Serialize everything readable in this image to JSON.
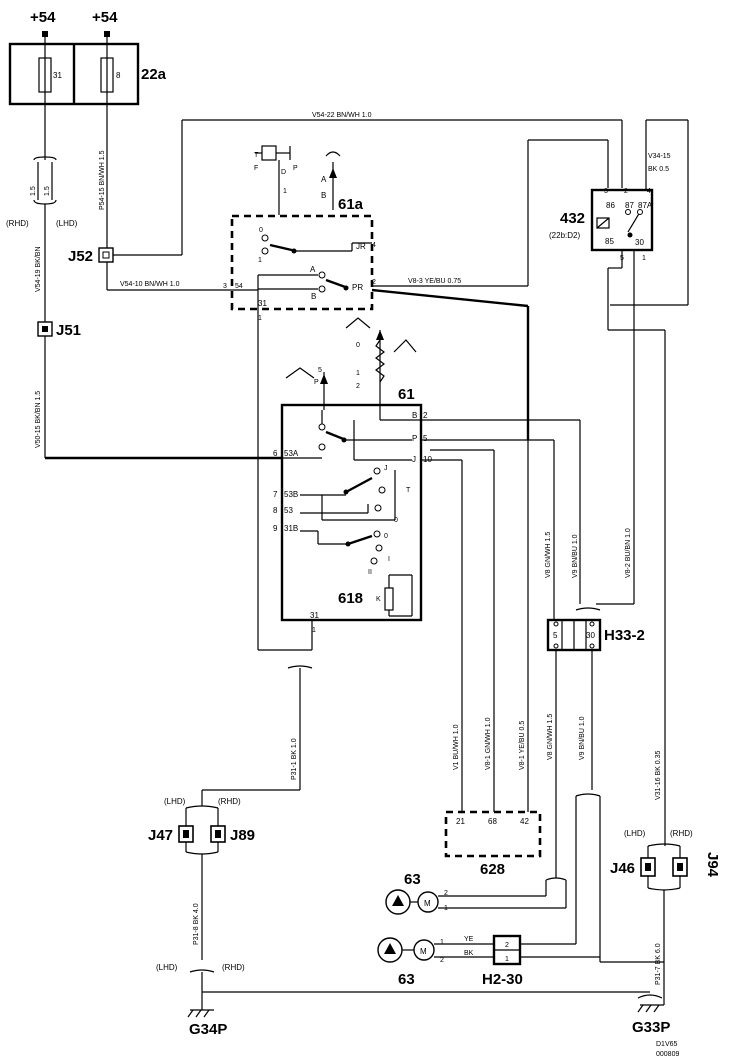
{
  "supplies": {
    "left": "+54",
    "right": "+54"
  },
  "fuses": {
    "box_id": "22a",
    "fuse_left": "31",
    "fuse_right": "8"
  },
  "wire_labels": {
    "top_bnwh": "V54-22   BN/WH   1.0",
    "v34_15": "V34-15",
    "bk_05": "BK   0.5",
    "fuse_drop_size": "1.5",
    "fuse_drop_code": "P54-15  BN/WH  1.5",
    "v54_19": "V54-19   BK/BN",
    "v54_10": "V54-10   BN/WH   1.0",
    "v8_3": "V8-3   YE/BU   0.75",
    "v50_15": "V50-15   BK/BN   1.5",
    "v8_gnwh": "V8   GN/WH   1.5",
    "v9_bnbu": "V9   BN/BU   1.0",
    "v8_2": "V8-2   BU/BN   1.0",
    "p31_1": "P31-1   BK   1.0",
    "v1": "V1   BU/WH   1.0",
    "v8_1": "V8-1   GN/WH   1.0",
    "v8_1b": "V8-1   YE/BU   0.5",
    "v8_low": "V8   GN/WH   1.5",
    "v9_low": "V9   BN/BU   1.0",
    "v31_16": "V31-16   BK   0.35",
    "p31_8": "P31-8   BK   4.0",
    "p31_7": "P31-7   BK   6.0",
    "ye": "YE",
    "bk": "BK"
  },
  "side_labels": {
    "rhd": "(RHD)",
    "lhd": "(LHD)"
  },
  "splices": {
    "j52": "J52",
    "j51": "J51",
    "j47": "J47",
    "j89": "J89",
    "j46": "J46",
    "j94": "J94"
  },
  "components": {
    "switch_61a": "61a",
    "switch_61": "61",
    "switch_618": "618",
    "relay_432": "432",
    "relay_432_loc": "(22b:D2)",
    "relay_pins": [
      "86",
      "87",
      "87A",
      "85",
      "30"
    ],
    "relay_top_terms": [
      "3",
      "2",
      "4"
    ],
    "relay_bottom_terms": [
      "5",
      "1"
    ],
    "connector_h33": "H33-2",
    "h33_pins": [
      "5",
      "30"
    ],
    "module_628": "628",
    "module_628_pins": [
      "21",
      "68",
      "42"
    ],
    "motor_63_upper": "63",
    "motor_63_lower": "63",
    "motor_symbol": "M",
    "h2_30": "H2-30",
    "h2_pins": [
      "2",
      "1"
    ],
    "ground_left": "G34P",
    "ground_right": "G33P",
    "diagram_ref": "D1V65",
    "diagram_code": "000809"
  },
  "switch_61a_labels": {
    "p0": "0",
    "p1": "1",
    "a": "A",
    "b": "B",
    "jr": "JR",
    "jr_n": "4",
    "pr": "PR",
    "pr_n": "2",
    "t3": "3",
    "t54": "54",
    "t31": "31",
    "t1": "1",
    "pump": [
      "T",
      "D",
      "F",
      "P",
      "1",
      "0",
      "1"
    ]
  },
  "switch_61_labels": {
    "b": "B",
    "b_n": "2",
    "p": "P",
    "p_n": "5",
    "j": "J",
    "j_n": "10",
    "s6": "6",
    "s53a": "53A",
    "s7": "7",
    "s53b": "53B",
    "s8": "8",
    "s53": "53",
    "s9": "9",
    "s31b": "31B",
    "t31": "31",
    "t1": "1",
    "k": "K",
    "pos": [
      "0",
      "1",
      "2",
      "J",
      "T",
      "I",
      "0",
      "0",
      "I",
      "II"
    ],
    "upper": [
      "5",
      "P",
      "0",
      "1",
      "2"
    ]
  }
}
